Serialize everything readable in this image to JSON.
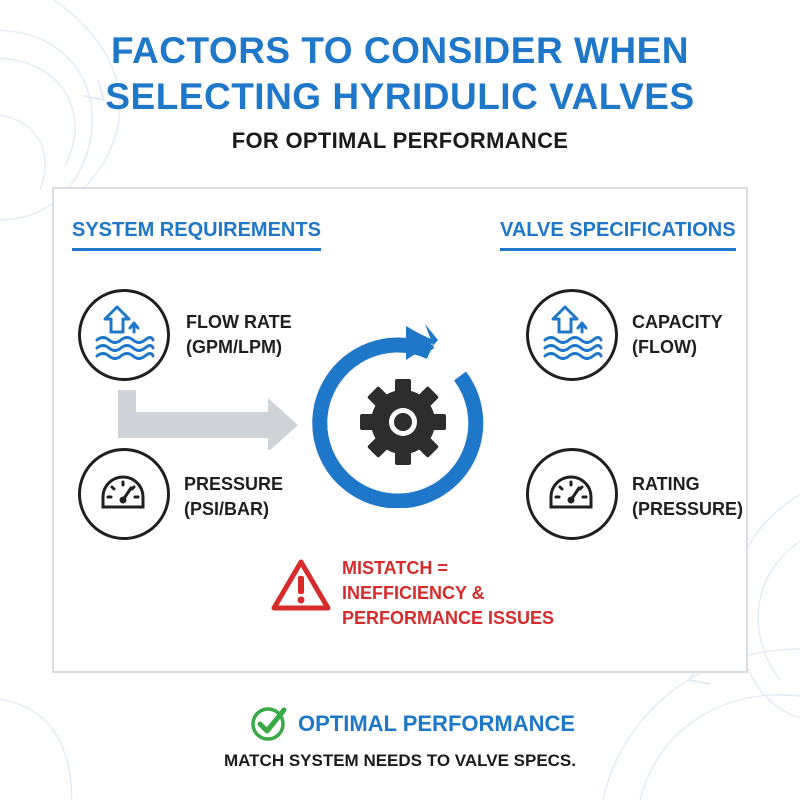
{
  "title": {
    "line1": "FACTORS TO CONSIDER WHEN",
    "line2": "SELECTING HYRIDULIC VALVES",
    "subtitle": "FOR OPTIMAL PERFORMANCE"
  },
  "left": {
    "heading": "SYSTEM REQUIREMENTS",
    "items": [
      {
        "line1": "FLOW RATE",
        "line2": "(GPM/LPM)",
        "icon": "flow-icon"
      },
      {
        "line1": "PRESSURE",
        "line2": "(PSI/BAR)",
        "icon": "gauge-icon"
      }
    ]
  },
  "right": {
    "heading": "VALVE SPECIFICATIONS",
    "items": [
      {
        "line1": "CAPACITY",
        "line2": "(FLOW)",
        "icon": "flow-icon"
      },
      {
        "line1": "RATING",
        "line2": "(PRESSURE)",
        "icon": "gauge-icon"
      }
    ]
  },
  "center": {
    "icon": "gear-cycle-icon"
  },
  "warning": {
    "line1": "MISTATCH =",
    "line2": "INEFFICIENCY &",
    "line3": "PERFORMANCE ISSUES",
    "icon": "warning-icon"
  },
  "footer": {
    "title": "OPTIMAL PERFORMANCE",
    "text": "MATCH SYSTEM NEEDS TO VALVE SPECS.",
    "icon": "check-circle-icon"
  },
  "colors": {
    "accent": "#1f77c9",
    "dark": "#1f1f1f",
    "warning": "#d62b2b",
    "success": "#3aa845",
    "arrow_gray": "#cfd3d7"
  }
}
